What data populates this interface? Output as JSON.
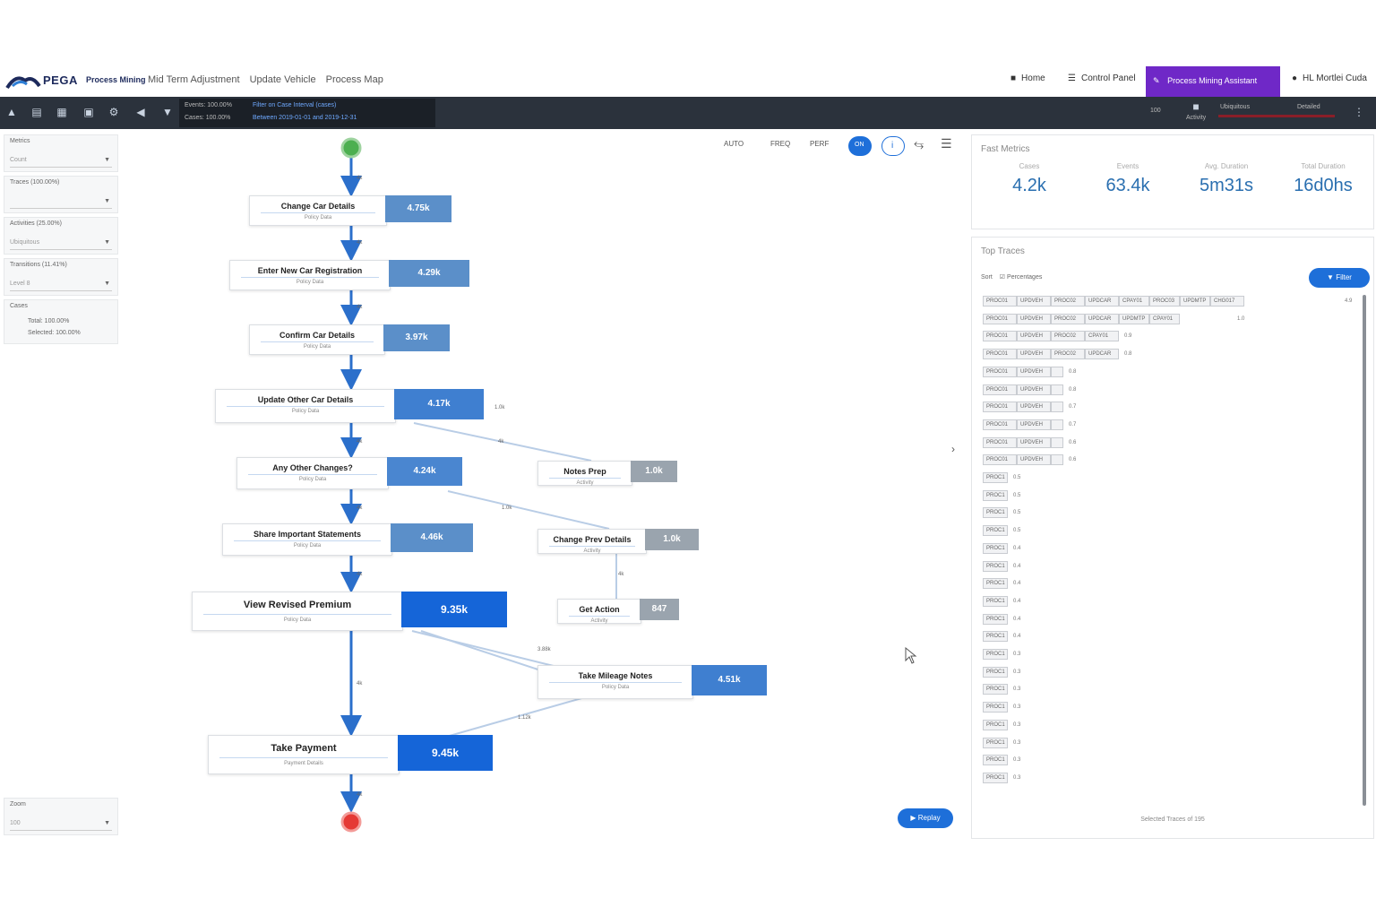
{
  "header": {
    "brand": "PEGA",
    "brand_sub": "Process Mining",
    "breadcrumbs": [
      "Mid Term Adjustment",
      "Update Vehicle",
      "Process Map"
    ],
    "links": [
      {
        "label": "Home",
        "icon": "home-icon"
      },
      {
        "label": "Control Panel",
        "icon": "control-panel-icon"
      },
      {
        "label": "Process Mining Assistant",
        "icon": "assistant-icon"
      },
      {
        "label": "HL Mortlei Cuda",
        "icon": "user-icon"
      }
    ]
  },
  "toolbar": {
    "filter_left": [
      "Events: 100.00%",
      "Cases: 100.00%"
    ],
    "filter_right": [
      "Filter on Case Interval (cases)",
      "Between 2019-01-01 and 2019-12-31"
    ],
    "right_label": "100",
    "right_sub": "Activity",
    "slider_left": "Ubiquitous",
    "slider_right": "Detailed"
  },
  "left_panel": {
    "metrics_title": "Metrics",
    "metrics_value": "Count",
    "traces_title": "Traces (100.00%)",
    "activities_title": "Activities (25.00%)",
    "activities_value": "Ubiquitous",
    "transitions_title": "Transitions (11.41%)",
    "transitions_value": "Level 8",
    "cases_title": "Cases",
    "cases_total": "Total: 100.00%",
    "cases_selected": "Selected: 100.00%",
    "zoom_title": "Zoom",
    "zoom_value": "100"
  },
  "map_controls": {
    "labels": [
      "AUTO",
      "FREQ",
      "PERF"
    ],
    "toggle_label": "ON"
  },
  "process_map": {
    "nodes": [
      {
        "name": "Change Car Details",
        "sub": "Policy Data",
        "value": "4.75k"
      },
      {
        "name": "Enter New Car Registration",
        "sub": "Policy Data",
        "value": "4.29k"
      },
      {
        "name": "Confirm Car Details",
        "sub": "Policy Data",
        "value": "3.97k"
      },
      {
        "name": "Update Other Car Details",
        "sub": "Policy Data",
        "value": "4.17k"
      },
      {
        "name": "Any Other Changes?",
        "sub": "Policy Data",
        "value": "4.24k"
      },
      {
        "name": "Share Important Statements",
        "sub": "Policy Data",
        "value": "4.46k"
      },
      {
        "name": "View Revised Premium",
        "sub": "Policy Data",
        "value": "9.35k"
      },
      {
        "name": "Take Payment",
        "sub": "Payment Details",
        "value": "9.45k"
      }
    ],
    "side_nodes": [
      {
        "name": "Notes Prep",
        "sub": "Activity",
        "value": "1.0k"
      },
      {
        "name": "Change Prev Details",
        "sub": "Activity",
        "value": "1.0k"
      },
      {
        "name": "Get Action",
        "sub": "Activity",
        "value": "847"
      },
      {
        "name": "Take Mileage Notes",
        "sub": "Policy Data",
        "value": "4.51k"
      }
    ],
    "edge_labels": [
      "4k",
      "4k",
      "4k",
      "4k",
      "4k",
      "4k",
      "4k",
      "4k",
      "1.0k",
      "4k",
      "1.0k",
      "4k",
      "3.88k",
      "1.12k"
    ]
  },
  "metrics": {
    "title": "Fast Metrics",
    "items": [
      {
        "label": "Cases",
        "value": "4.2k"
      },
      {
        "label": "Events",
        "value": "63.4k"
      },
      {
        "label": "Avg. Duration",
        "value": "5m31s"
      },
      {
        "label": "Total Duration",
        "value": "16d0hs"
      }
    ]
  },
  "traces": {
    "title": "Top Traces",
    "sort_label": "Sort",
    "variant_label": "Percentages",
    "button_label": "Filter",
    "footer": "Selected Traces of 195",
    "replay_label": "Replay",
    "rows": [
      {
        "pills": [
          "PROC01",
          "UPDVEH",
          "PROC02",
          "UPDCAR",
          "CPAY01",
          "PROC03",
          "UPDMTP",
          "CHG017"
        ],
        "pct": "4.9"
      },
      {
        "pills": [
          "PROC01",
          "UPDVEH",
          "PROC02",
          "UPDCAR",
          "UPDMTP",
          "CPAY01"
        ],
        "pct": "1.0"
      },
      {
        "pills": [
          "PROC01",
          "UPDVEH",
          "PROC02",
          "CPAY01"
        ],
        "pct": "0.9"
      },
      {
        "pills": [
          "PROC01",
          "UPDVEH",
          "PROC02",
          "UPDCAR"
        ],
        "pct": "0.8"
      },
      {
        "pills": [
          "PROC01",
          "UPDVEH",
          ""
        ],
        "pct": "0.8"
      },
      {
        "pills": [
          "PROC01",
          "UPDVEH",
          ""
        ],
        "pct": "0.8"
      },
      {
        "pills": [
          "PROC01",
          "UPDVEH",
          ""
        ],
        "pct": "0.7"
      },
      {
        "pills": [
          "PROC01",
          "UPDVEH",
          ""
        ],
        "pct": "0.7"
      },
      {
        "pills": [
          "PROC01",
          "UPDVEH",
          ""
        ],
        "pct": "0.6"
      },
      {
        "pills": [
          "PROC01",
          "UPDVEH",
          ""
        ],
        "pct": "0.6"
      },
      {
        "pills": [
          "PROC1"
        ],
        "pct": "0.5"
      },
      {
        "pills": [
          "PROC1"
        ],
        "pct": "0.5"
      },
      {
        "pills": [
          "PROC1"
        ],
        "pct": "0.5"
      },
      {
        "pills": [
          "PROC1"
        ],
        "pct": "0.5"
      },
      {
        "pills": [
          "PROC1"
        ],
        "pct": "0.4"
      },
      {
        "pills": [
          "PROC1"
        ],
        "pct": "0.4"
      },
      {
        "pills": [
          "PROC1"
        ],
        "pct": "0.4"
      },
      {
        "pills": [
          "PROC1"
        ],
        "pct": "0.4"
      },
      {
        "pills": [
          "PROC1"
        ],
        "pct": "0.4"
      },
      {
        "pills": [
          "PROC1"
        ],
        "pct": "0.4"
      },
      {
        "pills": [
          "PROC1"
        ],
        "pct": "0.3"
      },
      {
        "pills": [
          "PROC1"
        ],
        "pct": "0.3"
      },
      {
        "pills": [
          "PROC1"
        ],
        "pct": "0.3"
      },
      {
        "pills": [
          "PROC1"
        ],
        "pct": "0.3"
      },
      {
        "pills": [
          "PROC1"
        ],
        "pct": "0.3"
      },
      {
        "pills": [
          "PROC1"
        ],
        "pct": "0.3"
      },
      {
        "pills": [
          "PROC1"
        ],
        "pct": "0.3"
      },
      {
        "pills": [
          "PROC1"
        ],
        "pct": "0.3"
      }
    ]
  },
  "colors": {
    "toolbar_bg": "#2b323c",
    "accent_purple": "#6f28c7",
    "primary_blue": "#1e6fd9",
    "start_green": "#4caf50",
    "end_red": "#e53935",
    "metric_blue": "#2a6fb0"
  }
}
